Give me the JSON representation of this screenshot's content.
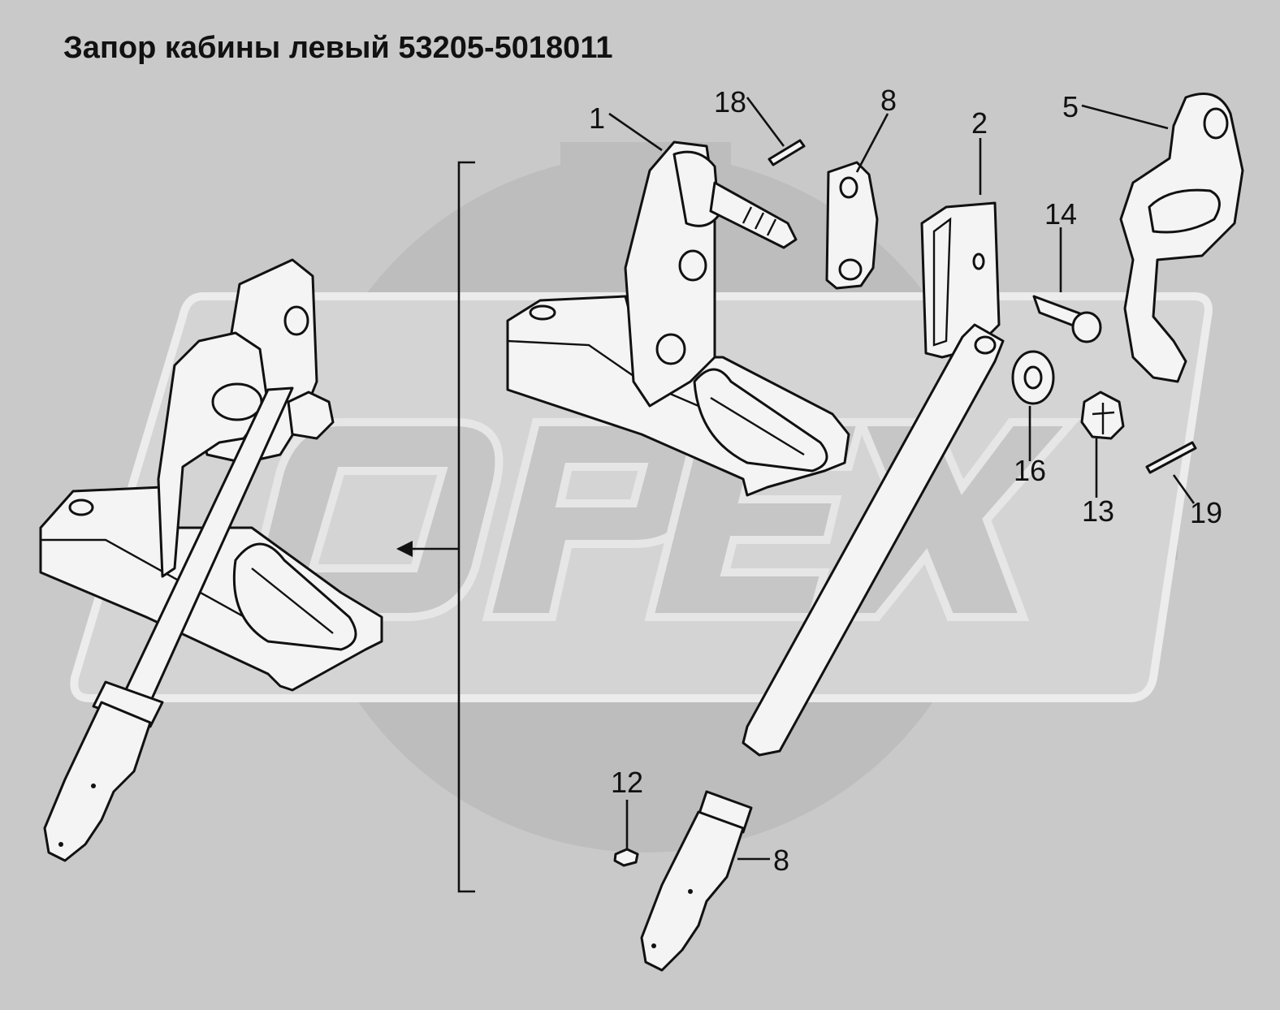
{
  "title": "Запор кабины левый 53205-5018011",
  "watermark": {
    "text": "OPEX",
    "gear_color": "#bdbdbd",
    "plate_color": "#d4d4d4",
    "letter_color": "#c6c6c6"
  },
  "colors": {
    "background": "#c9c9c9",
    "part_fill": "#f4f4f4",
    "line": "#111111"
  },
  "callouts": [
    {
      "id": "c1",
      "label": "1"
    },
    {
      "id": "c18",
      "label": "18"
    },
    {
      "id": "c8a",
      "label": "8"
    },
    {
      "id": "c2",
      "label": "2"
    },
    {
      "id": "c5",
      "label": "5"
    },
    {
      "id": "c14",
      "label": "14"
    },
    {
      "id": "c16",
      "label": "16"
    },
    {
      "id": "c13",
      "label": "13"
    },
    {
      "id": "c19",
      "label": "19"
    },
    {
      "id": "c12",
      "label": "12"
    },
    {
      "id": "c8b",
      "label": "8"
    }
  ]
}
